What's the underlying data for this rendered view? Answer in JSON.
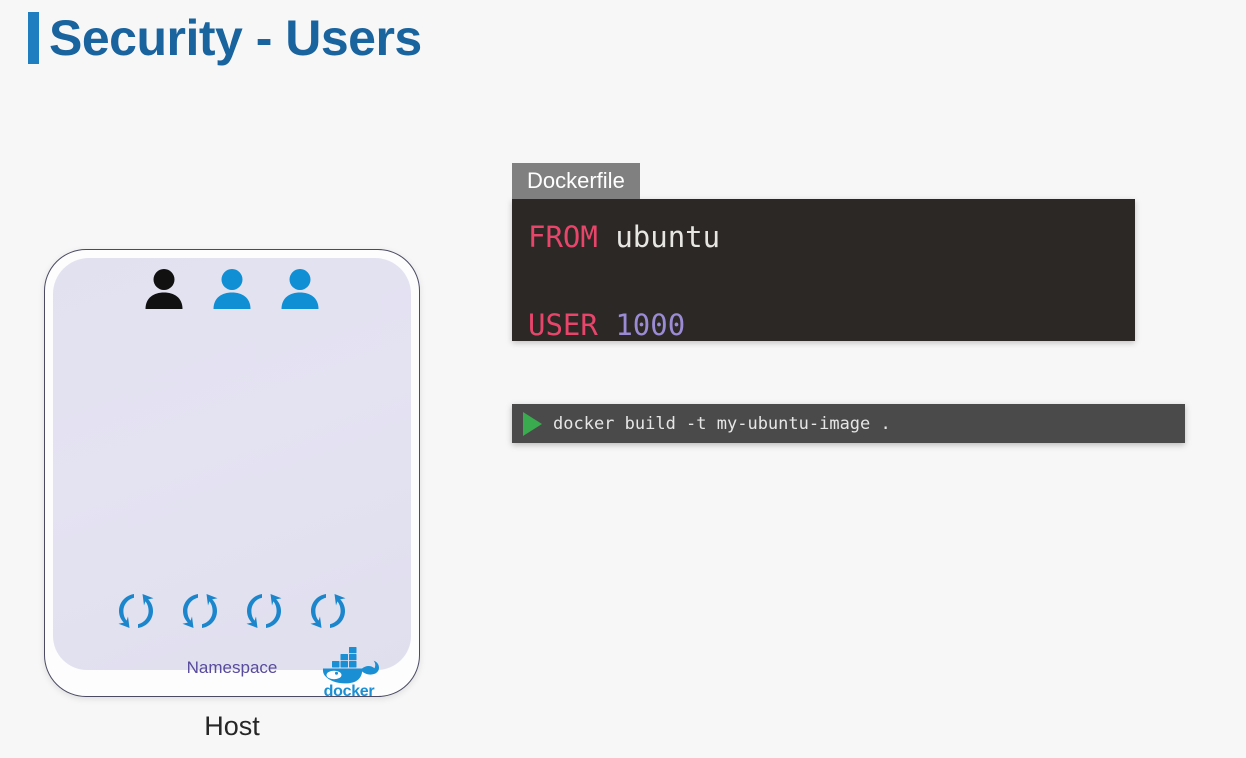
{
  "slide": {
    "title": "Security - Users",
    "accent_color": "#1f7ec0",
    "title_color": "#19639e",
    "background_color": "#f7f7f7"
  },
  "diagram": {
    "host_label": "Host",
    "namespace_label": "Namespace",
    "namespace_label_color": "#584a9c",
    "box_fill_color": "#e2e1f0",
    "box_border_color": "#4a4a63",
    "users": [
      {
        "icon": "person-icon",
        "color": "#111111"
      },
      {
        "icon": "person-icon",
        "color": "#108fd4"
      },
      {
        "icon": "person-icon",
        "color": "#108fd4"
      }
    ],
    "namespaces": [
      {
        "icon": "namespace-sync-icon",
        "color": "#1b86cc"
      },
      {
        "icon": "namespace-sync-icon",
        "color": "#1b86cc"
      },
      {
        "icon": "namespace-sync-icon",
        "color": "#1b86cc"
      },
      {
        "icon": "namespace-sync-icon",
        "color": "#1b86cc"
      }
    ],
    "docker_logo": {
      "icon": "docker-whale-icon",
      "wordmark": "docker",
      "color": "#1b8fd3"
    }
  },
  "dockerfile": {
    "tab_label": "Dockerfile",
    "tab_bg_color": "#808080",
    "body_bg_color": "#2b2825",
    "keyword_color": "#e8456b",
    "string_color": "#e8e6e3",
    "number_color": "#9b8ad4",
    "lines": [
      {
        "keyword": "FROM",
        "value": "ubuntu",
        "value_type": "string"
      },
      {
        "keyword": "",
        "value": "",
        "value_type": "blank"
      },
      {
        "keyword": "USER",
        "value": "1000",
        "value_type": "number"
      }
    ]
  },
  "terminal": {
    "run_icon": "play-triangle-icon",
    "run_icon_color": "#3aab4f",
    "command": "docker build -t my-ubuntu-image .",
    "bar_bg_color": "#4a4a4a"
  }
}
